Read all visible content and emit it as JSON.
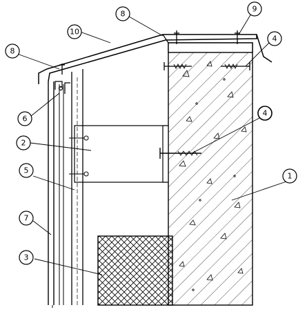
{
  "diagram": {
    "callouts": [
      {
        "id": "c1",
        "text": "1"
      },
      {
        "id": "c2",
        "text": "2"
      },
      {
        "id": "c3",
        "text": "3"
      },
      {
        "id": "c4a",
        "text": "4"
      },
      {
        "id": "c4b",
        "text": "4"
      },
      {
        "id": "c5",
        "text": "5"
      },
      {
        "id": "c6",
        "text": "6"
      },
      {
        "id": "c7",
        "text": "7"
      },
      {
        "id": "c8a",
        "text": "8"
      },
      {
        "id": "c8b",
        "text": "8"
      },
      {
        "id": "c9",
        "text": "9"
      },
      {
        "id": "c10",
        "text": "10"
      }
    ],
    "colors": {
      "ink": "#000000",
      "paper": "#ffffff"
    }
  }
}
